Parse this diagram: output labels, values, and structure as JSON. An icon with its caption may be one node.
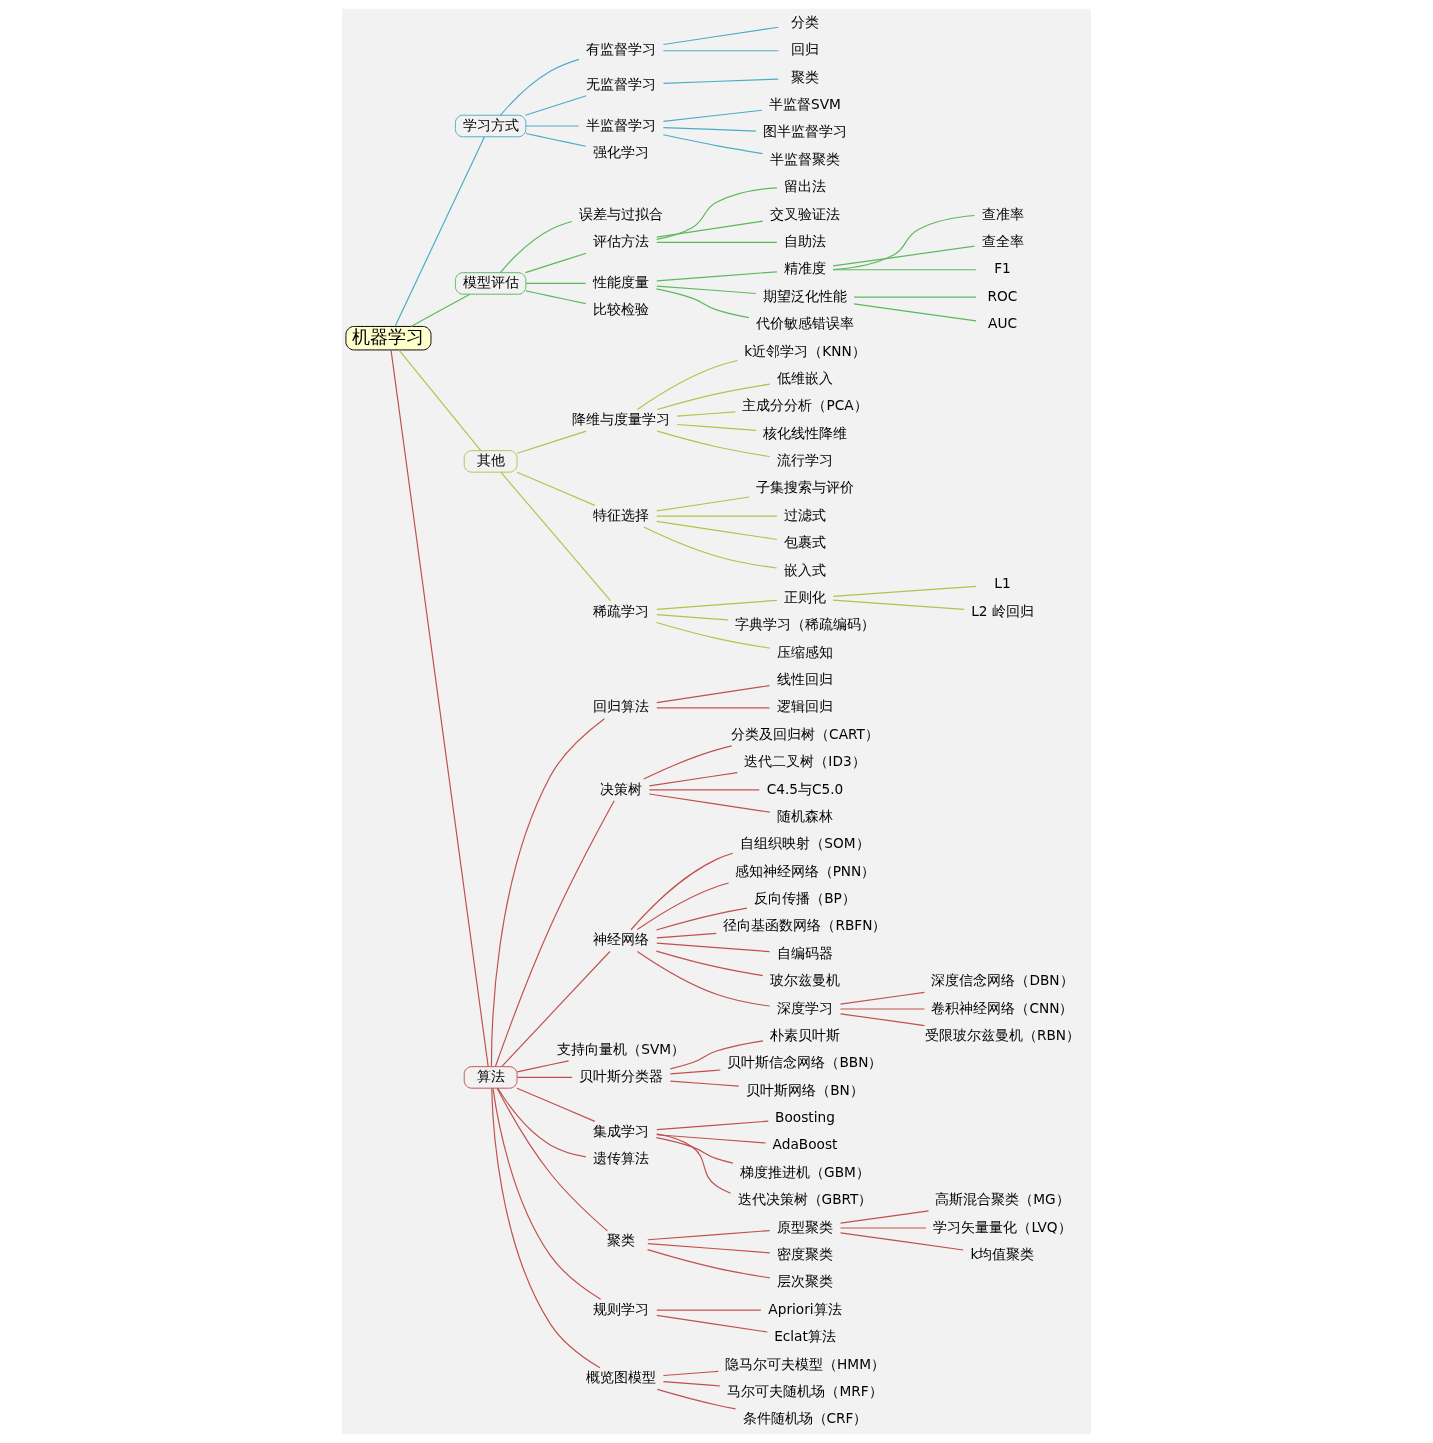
{
  "diagram": {
    "nodes": [
      {
        "text": [
          "机器学习"
        ]
      },
      {
        "text": [
          "学习方式"
        ]
      },
      {
        "text": [
          "有监督学习"
        ]
      },
      {
        "text": [
          "分类"
        ]
      },
      {
        "text": [
          "回归"
        ]
      },
      {
        "text": [
          "无监督学习"
        ]
      },
      {
        "text": [
          "聚类"
        ]
      },
      {
        "text": [
          "半监督学习"
        ]
      },
      {
        "text": [
          "半监督SVM"
        ]
      },
      {
        "text": [
          "图半监督学习"
        ]
      },
      {
        "text": [
          "半监督聚类"
        ]
      },
      {
        "text": [
          "强化学习"
        ]
      },
      {
        "text": [
          "模型评估"
        ]
      },
      {
        "text": [
          "误差与过拟合"
        ]
      },
      {
        "text": [
          "评估方法"
        ]
      },
      {
        "text": [
          "留出法"
        ]
      },
      {
        "text": [
          "交叉验证法"
        ]
      },
      {
        "text": [
          "自助法"
        ]
      },
      {
        "text": [
          "性能度量"
        ]
      },
      {
        "text": [
          "精准度"
        ]
      },
      {
        "text": [
          "查准率"
        ]
      },
      {
        "text": [
          "查全率"
        ]
      },
      {
        "text": [
          "F1"
        ]
      },
      {
        "text": [
          "期望泛化性能"
        ]
      },
      {
        "text": [
          "ROC"
        ]
      },
      {
        "text": [
          "AUC"
        ]
      },
      {
        "text": [
          "代价敏感错误率"
        ]
      },
      {
        "text": [
          "比较检验"
        ]
      },
      {
        "text": [
          "其他"
        ]
      },
      {
        "text": [
          "降维与度量学习"
        ]
      },
      {
        "text": [
          "k近邻学习（KNN）"
        ]
      },
      {
        "text": [
          "低维嵌入"
        ]
      },
      {
        "text": [
          "主成分分析（PCA）"
        ]
      },
      {
        "text": [
          "核化线性降维"
        ]
      },
      {
        "text": [
          "流行学习"
        ]
      },
      {
        "text": [
          "特征选择"
        ]
      },
      {
        "text": [
          "子集搜索与评价"
        ]
      },
      {
        "text": [
          "过滤式"
        ]
      },
      {
        "text": [
          "包裹式"
        ]
      },
      {
        "text": [
          "嵌入式"
        ]
      },
      {
        "text": [
          "稀疏学习"
        ]
      },
      {
        "text": [
          "正则化"
        ]
      },
      {
        "text": [
          "L1"
        ]
      },
      {
        "text": [
          "L2 岭回归"
        ]
      },
      {
        "text": [
          "字典学习（稀疏编码）"
        ]
      },
      {
        "text": [
          "压缩感知"
        ]
      },
      {
        "text": [
          "算法"
        ]
      },
      {
        "text": [
          "回归算法"
        ]
      },
      {
        "text": [
          "线性回归"
        ]
      },
      {
        "text": [
          "逻辑回归"
        ]
      },
      {
        "text": [
          "决策树"
        ]
      },
      {
        "text": [
          "分类及回归树（CART）"
        ]
      },
      {
        "text": [
          "迭代二叉树（ID3）"
        ]
      },
      {
        "text": [
          "C4.5与C5.0"
        ]
      },
      {
        "text": [
          "随机森林"
        ]
      },
      {
        "text": [
          "神经网络"
        ]
      },
      {
        "text": [
          "自组织映射（SOM）"
        ]
      },
      {
        "text": [
          "感知神经网络（PNN）"
        ]
      },
      {
        "text": [
          "反向传播（BP）"
        ]
      },
      {
        "text": [
          "径向基函数网络（RBFN）"
        ]
      },
      {
        "text": [
          "自编码器"
        ]
      },
      {
        "text": [
          "玻尔兹曼机"
        ]
      },
      {
        "text": [
          "深度学习"
        ]
      },
      {
        "text": [
          "深度信念网络（DBN）"
        ]
      },
      {
        "text": [
          "卷积神经网络（CNN）"
        ]
      },
      {
        "text": [
          "受限玻尔兹曼机（RBN）"
        ]
      },
      {
        "text": [
          "支持向量机（SVM）"
        ]
      },
      {
        "text": [
          "贝叶斯分类器"
        ]
      },
      {
        "text": [
          "朴素贝叶斯"
        ]
      },
      {
        "text": [
          "贝叶斯信念网络（BBN）"
        ]
      },
      {
        "text": [
          "贝叶斯网络（BN）"
        ]
      },
      {
        "text": [
          "集成学习"
        ]
      },
      {
        "text": [
          "Boosting"
        ]
      },
      {
        "text": [
          "AdaBoost"
        ]
      },
      {
        "text": [
          "梯度推进机（GBM）"
        ]
      },
      {
        "text": [
          "迭代决策树（GBRT）"
        ]
      },
      {
        "text": [
          "遗传算法"
        ]
      },
      {
        "text": [
          "聚类"
        ]
      },
      {
        "text": [
          "原型聚类"
        ]
      },
      {
        "text": [
          "高斯混合聚类（MG）"
        ]
      },
      {
        "text": [
          "学习矢量量化（LVQ）"
        ]
      },
      {
        "text": [
          "k均值聚类"
        ]
      },
      {
        "text": [
          "密度聚类"
        ]
      },
      {
        "text": [
          "层次聚类"
        ]
      },
      {
        "text": [
          "规则学习"
        ]
      },
      {
        "text": [
          "Apriori算法"
        ]
      },
      {
        "text": [
          "Eclat算法"
        ]
      },
      {
        "text": [
          "概览图模型"
        ]
      },
      {
        "text": [
          "隐马尔可夫模型（HMM）"
        ]
      },
      {
        "text": [
          "马尔可夫随机场（MRF）"
        ]
      },
      {
        "text": [
          "条件随机场（CRF）"
        ]
      }
    ],
    "edges": [
      {
        "from": 0,
        "to": 1,
        "arrow": "none",
        "color": "#4bacc6"
      },
      {
        "from": 1,
        "to": 2,
        "arrow": "none",
        "color": "#4bacc6"
      },
      {
        "from": 2,
        "to": 3,
        "arrow": "none",
        "color": "#4bacc6"
      },
      {
        "from": 2,
        "to": 4,
        "arrow": "none",
        "color": "#4bacc6"
      },
      {
        "from": 1,
        "to": 5,
        "arrow": "none",
        "color": "#4bacc6"
      },
      {
        "from": 5,
        "to": 6,
        "arrow": "none",
        "color": "#4bacc6"
      },
      {
        "from": 1,
        "to": 7,
        "arrow": "none",
        "color": "#4bacc6"
      },
      {
        "from": 7,
        "to": 8,
        "arrow": "none",
        "color": "#4bacc6"
      },
      {
        "from": 7,
        "to": 9,
        "arrow": "none",
        "color": "#4bacc6"
      },
      {
        "from": 7,
        "to": 10,
        "arrow": "none",
        "color": "#4bacc6"
      },
      {
        "from": 1,
        "to": 11,
        "arrow": "none",
        "color": "#4bacc6"
      },
      {
        "from": 0,
        "to": 12,
        "arrow": "none",
        "color": "#5cb85c"
      },
      {
        "from": 12,
        "to": 13,
        "arrow": "none",
        "color": "#5cb85c"
      },
      {
        "from": 12,
        "to": 14,
        "arrow": "none",
        "color": "#5cb85c"
      },
      {
        "from": 14,
        "to": 15,
        "arrow": "none",
        "color": "#5cb85c"
      },
      {
        "from": 14,
        "to": 16,
        "arrow": "none",
        "color": "#5cb85c"
      },
      {
        "from": 14,
        "to": 17,
        "arrow": "none",
        "color": "#5cb85c"
      },
      {
        "from": 12,
        "to": 18,
        "arrow": "none",
        "color": "#5cb85c"
      },
      {
        "from": 18,
        "to": 19,
        "arrow": "none",
        "color": "#5cb85c"
      },
      {
        "from": 19,
        "to": 20,
        "arrow": "none",
        "color": "#5cb85c"
      },
      {
        "from": 19,
        "to": 21,
        "arrow": "none",
        "color": "#5cb85c"
      },
      {
        "from": 19,
        "to": 22,
        "arrow": "none",
        "color": "#5cb85c"
      },
      {
        "from": 18,
        "to": 23,
        "arrow": "none",
        "color": "#5cb85c"
      },
      {
        "from": 23,
        "to": 24,
        "arrow": "none",
        "color": "#5cb85c"
      },
      {
        "from": 23,
        "to": 25,
        "arrow": "none",
        "color": "#5cb85c"
      },
      {
        "from": 18,
        "to": 26,
        "arrow": "none",
        "color": "#5cb85c"
      },
      {
        "from": 12,
        "to": 27,
        "arrow": "none",
        "color": "#5cb85c"
      },
      {
        "from": 0,
        "to": 28,
        "arrow": "none",
        "color": "#b5c14a"
      },
      {
        "from": 28,
        "to": 29,
        "arrow": "none",
        "color": "#b5c14a"
      },
      {
        "from": 29,
        "to": 30,
        "arrow": "none",
        "color": "#b5c14a"
      },
      {
        "from": 29,
        "to": 31,
        "arrow": "none",
        "color": "#b5c14a"
      },
      {
        "from": 29,
        "to": 32,
        "arrow": "none",
        "color": "#b5c14a"
      },
      {
        "from": 29,
        "to": 33,
        "arrow": "none",
        "color": "#b5c14a"
      },
      {
        "from": 29,
        "to": 34,
        "arrow": "none",
        "color": "#b5c14a"
      },
      {
        "from": 28,
        "to": 35,
        "arrow": "none",
        "color": "#b5c14a"
      },
      {
        "from": 35,
        "to": 36,
        "arrow": "none",
        "color": "#b5c14a"
      },
      {
        "from": 35,
        "to": 37,
        "arrow": "none",
        "color": "#b5c14a"
      },
      {
        "from": 35,
        "to": 38,
        "arrow": "none",
        "color": "#b5c14a"
      },
      {
        "from": 35,
        "to": 39,
        "arrow": "none",
        "color": "#b5c14a"
      },
      {
        "from": 28,
        "to": 40,
        "arrow": "none",
        "color": "#b5c14a"
      },
      {
        "from": 40,
        "to": 41,
        "arrow": "none",
        "color": "#b5c14a"
      },
      {
        "from": 41,
        "to": 42,
        "arrow": "none",
        "color": "#b5c14a"
      },
      {
        "from": 41,
        "to": 43,
        "arrow": "none",
        "color": "#b5c14a"
      },
      {
        "from": 40,
        "to": 44,
        "arrow": "none",
        "color": "#b5c14a"
      },
      {
        "from": 40,
        "to": 45,
        "arrow": "none",
        "color": "#b5c14a"
      },
      {
        "from": 0,
        "to": 46,
        "arrow": "none"
      },
      {
        "from": 46,
        "to": 47,
        "arrow": "none"
      },
      {
        "from": 47,
        "to": 48,
        "arrow": "none"
      },
      {
        "from": 47,
        "to": 49,
        "arrow": "none"
      },
      {
        "from": 46,
        "to": 50,
        "arrow": "none"
      },
      {
        "from": 50,
        "to": 51,
        "arrow": "none"
      },
      {
        "from": 50,
        "to": 52,
        "arrow": "none"
      },
      {
        "from": 50,
        "to": 53,
        "arrow": "none"
      },
      {
        "from": 50,
        "to": 54,
        "arrow": "none"
      },
      {
        "from": 46,
        "to": 55,
        "arrow": "none"
      },
      {
        "from": 55,
        "to": 56,
        "arrow": "none"
      },
      {
        "from": 55,
        "to": 57,
        "arrow": "none"
      },
      {
        "from": 55,
        "to": 58,
        "arrow": "none"
      },
      {
        "from": 55,
        "to": 59,
        "arrow": "none"
      },
      {
        "from": 55,
        "to": 60,
        "arrow": "none"
      },
      {
        "from": 55,
        "to": 61,
        "arrow": "none"
      },
      {
        "from": 55,
        "to": 62,
        "arrow": "none"
      },
      {
        "from": 62,
        "to": 63,
        "arrow": "none"
      },
      {
        "from": 62,
        "to": 64,
        "arrow": "none"
      },
      {
        "from": 62,
        "to": 65,
        "arrow": "none"
      },
      {
        "from": 46,
        "to": 66,
        "arrow": "none"
      },
      {
        "from": 46,
        "to": 67,
        "arrow": "none"
      },
      {
        "from": 67,
        "to": 68,
        "arrow": "none"
      },
      {
        "from": 67,
        "to": 69,
        "arrow": "none"
      },
      {
        "from": 67,
        "to": 70,
        "arrow": "none"
      },
      {
        "from": 46,
        "to": 71,
        "arrow": "none"
      },
      {
        "from": 71,
        "to": 72,
        "arrow": "none"
      },
      {
        "from": 71,
        "to": 73,
        "arrow": "none"
      },
      {
        "from": 71,
        "to": 74,
        "arrow": "none"
      },
      {
        "from": 71,
        "to": 75,
        "arrow": "none"
      },
      {
        "from": 46,
        "to": 76,
        "arrow": "none"
      },
      {
        "from": 46,
        "to": 77,
        "arrow": "none"
      },
      {
        "from": 77,
        "to": 78,
        "arrow": "none"
      },
      {
        "from": 78,
        "to": 79,
        "arrow": "none"
      },
      {
        "from": 78,
        "to": 80,
        "arrow": "none"
      },
      {
        "from": 78,
        "to": 81,
        "arrow": "none"
      },
      {
        "from": 77,
        "to": 82,
        "arrow": "none"
      },
      {
        "from": 77,
        "to": 83,
        "arrow": "none"
      },
      {
        "from": 46,
        "to": 84,
        "arrow": "none"
      },
      {
        "from": 84,
        "to": 85,
        "arrow": "none"
      },
      {
        "from": 84,
        "to": 86,
        "arrow": "none"
      },
      {
        "from": 46,
        "to": 87,
        "arrow": "none"
      },
      {
        "from": 87,
        "to": 88,
        "arrow": "none"
      },
      {
        "from": 87,
        "to": 89,
        "arrow": "none"
      },
      {
        "from": 87,
        "to": 90,
        "arrow": "none"
      }
    ]
  }
}
